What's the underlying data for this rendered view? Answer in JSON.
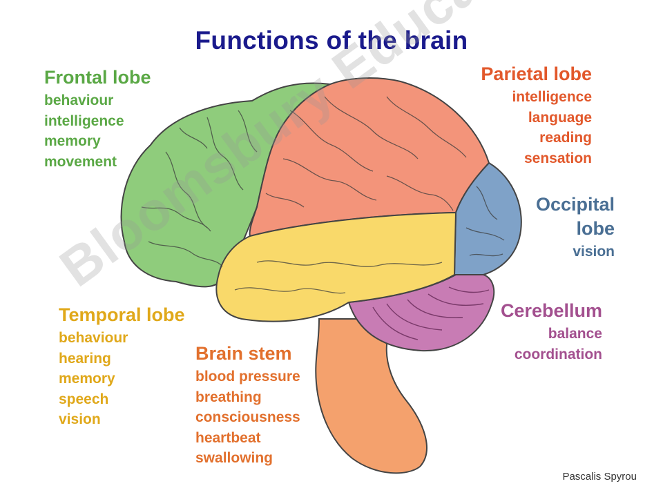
{
  "title": "Functions of the brain",
  "colors": {
    "title": "#1a1a8c",
    "frontal": "#5aa845",
    "parietal": "#e2582b",
    "occipital": "#4a6f94",
    "temporal": "#e0a81a",
    "brain_stem": "#e2702d",
    "cerebellum": "#a3508f"
  },
  "regions": {
    "frontal": {
      "name": "Frontal lobe",
      "functions": [
        "behaviour",
        "intelligence",
        "memory",
        "movement"
      ]
    },
    "parietal": {
      "name": "Parietal lobe",
      "functions": [
        "intelligence",
        "language",
        "reading",
        "sensation"
      ]
    },
    "occipital": {
      "name_line1": "Occipital",
      "name_line2": "lobe",
      "functions": [
        "vision"
      ]
    },
    "temporal": {
      "name": "Temporal lobe",
      "functions": [
        "behaviour",
        "hearing",
        "memory",
        "speech",
        "vision"
      ]
    },
    "brain_stem": {
      "name": "Brain stem",
      "functions": [
        "blood pressure",
        "breathing",
        "consciousness",
        "heartbeat",
        "swallowing"
      ]
    },
    "cerebellum": {
      "name": "Cerebellum",
      "functions": [
        "balance",
        "coordination"
      ]
    }
  },
  "watermark": "Bloomsbury Educational Ltd",
  "credit": "Pascalis Spyrou"
}
